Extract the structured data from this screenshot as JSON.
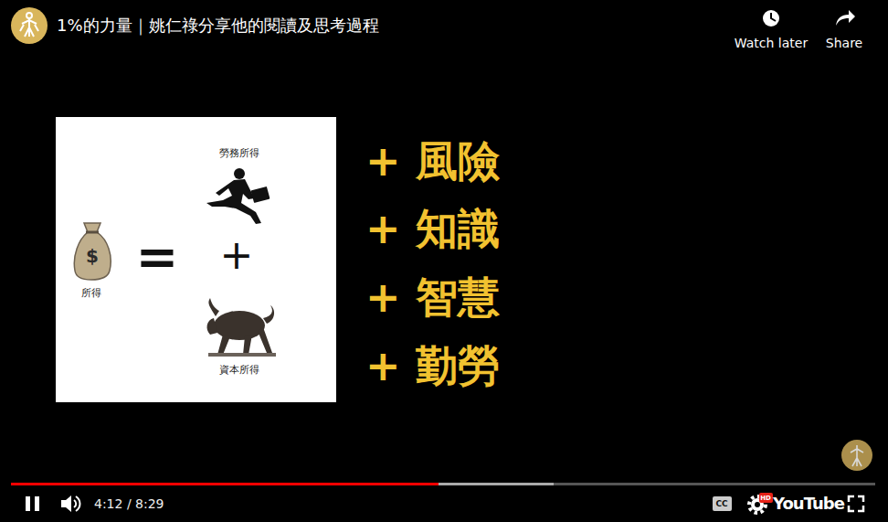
{
  "diagram": {
    "title": "1%的力量｜姚仁祿分享他的閱讀及思考過程",
    "labels": [
      "Watch later",
      "Share",
      "勞務所得",
      "所得",
      "=",
      "+",
      "資本所得",
      "$",
      "+ 風險",
      "+ 知識",
      "+ 智慧",
      "+ 勤勞",
      "4:12 / 8:29",
      "CC",
      "HD",
      "YouTube"
    ]
  }
}
